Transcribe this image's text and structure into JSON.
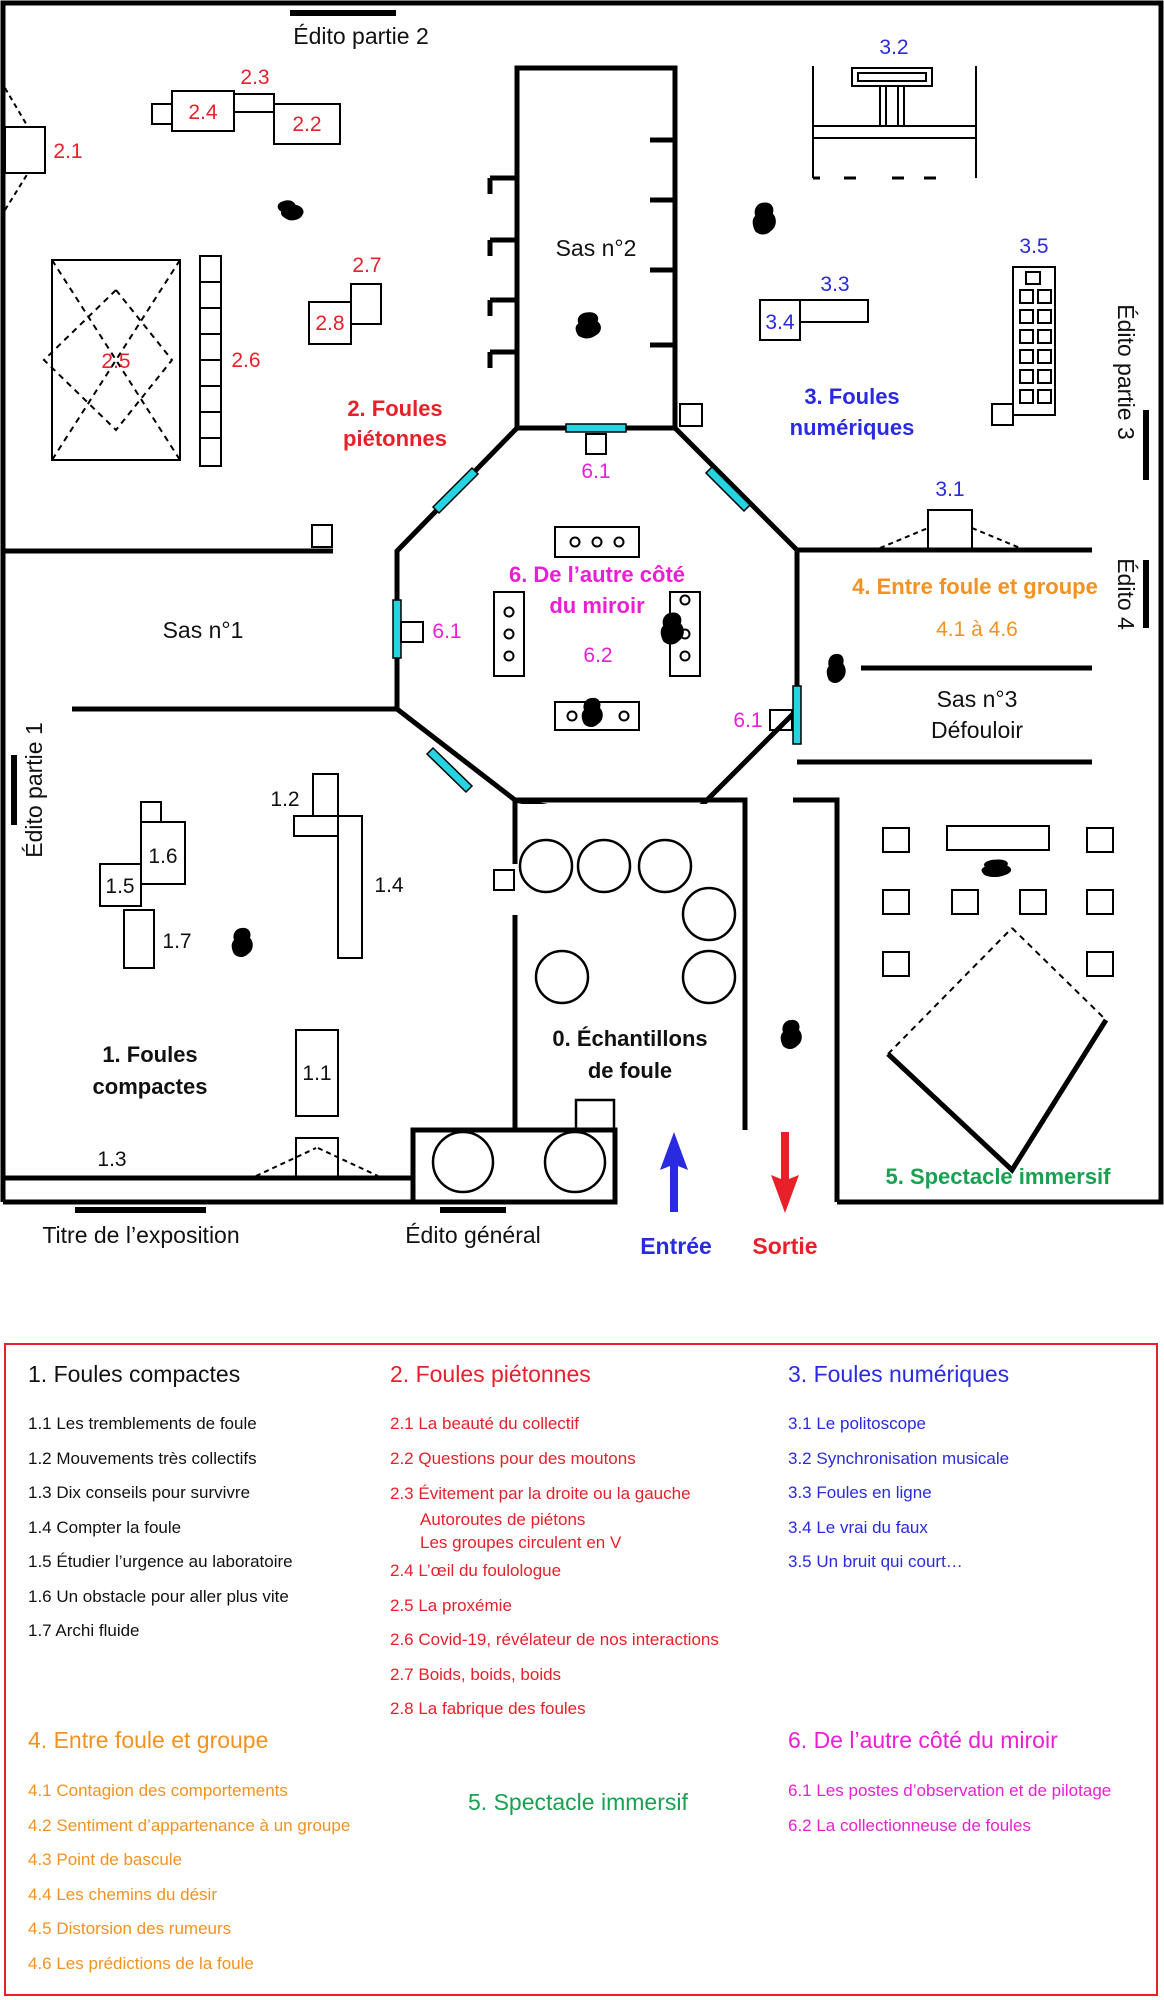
{
  "colors": {
    "black": "#111111",
    "red": "#e8202a",
    "blue": "#2a2ae0",
    "orange": "#f39221",
    "green": "#18a150",
    "magenta": "#ea1fd4",
    "cyan": "#25d4e0"
  },
  "plan": {
    "titles": {
      "edito_partie_2": "Édito partie 2",
      "edito_partie_3": "Édito partie 3",
      "edito_4": "Édito 4",
      "edito_partie_1": "Édito partie 1",
      "titre_expo": "Titre de l’exposition",
      "edito_general": "Édito général",
      "entree": "Entrée",
      "sortie": "Sortie"
    },
    "rooms": {
      "sas2": "Sas n°2",
      "sas1": "Sas n°1",
      "sas3_line1": "Sas n°3",
      "sas3_line2": "Défouloir",
      "zone1_line1": "1. Foules",
      "zone1_line2": "compactes",
      "zone2_line1": "2. Foules",
      "zone2_line2": "piétonnes",
      "zone3_line1": "3. Foules",
      "zone3_line2": "numériques",
      "zone4": "4. Entre foule et groupe",
      "zone4_range": "4.1 à 4.6",
      "zone0_line1": "0. Échantillons",
      "zone0_line2": "de foule",
      "zone5": "5. Spectacle immersif",
      "zone6_line1": "6. De l’autre côté",
      "zone6_line2": "du miroir"
    },
    "numbers": {
      "n1_1": "1.1",
      "n1_2": "1.2",
      "n1_3": "1.3",
      "n1_4": "1.4",
      "n1_5": "1.5",
      "n1_6": "1.6",
      "n1_7": "1.7",
      "n2_1": "2.1",
      "n2_2": "2.2",
      "n2_3": "2.3",
      "n2_4": "2.4",
      "n2_5": "2.5",
      "n2_6": "2.6",
      "n2_7": "2.7",
      "n2_8": "2.8",
      "n3_1": "3.1",
      "n3_2": "3.2",
      "n3_3": "3.3",
      "n3_4": "3.4",
      "n3_5": "3.5",
      "n6_1": "6.1",
      "n6_2": "6.2"
    }
  },
  "legend": {
    "s1": {
      "title": "1. Foules compactes",
      "items": [
        "1.1 Les tremblements de foule",
        "1.2 Mouvements très collectifs",
        "1.3 Dix conseils pour survivre",
        "1.4 Compter la foule",
        "1.5 Étudier l’urgence au laboratoire",
        "1.6 Un obstacle pour aller plus vite",
        "1.7 Archi fluide"
      ]
    },
    "s2": {
      "title": "2. Foules piétonnes",
      "i1": "2.1 La beauté du collectif",
      "i2": "2.2 Questions pour des moutons",
      "i3": "2.3 Évitement par la droite ou la gauche",
      "i3a": "Autoroutes de piétons",
      "i3b": "Les groupes circulent en V",
      "i4": "2.4 L’œil du foulologue",
      "i5": "2.5 La proxémie",
      "i6": "2.6 Covid-19, révélateur de nos interactions",
      "i7": "2.7 Boids, boids, boids",
      "i8": "2.8 La fabrique des foules"
    },
    "s3": {
      "title": "3. Foules numériques",
      "items": [
        "3.1 Le politoscope",
        "3.2 Synchronisation musicale",
        "3.3 Foules en ligne",
        "3.4 Le vrai du faux",
        "3.5 Un bruit qui court…"
      ]
    },
    "s4": {
      "title": "4. Entre foule et groupe",
      "items": [
        "4.1 Contagion des comportements",
        "4.2 Sentiment d’appartenance à un groupe",
        "4.3 Point de bascule",
        "4.4 Les chemins du désir",
        "4.5 Distorsion des rumeurs",
        "4.6 Les prédictions de la foule"
      ]
    },
    "s5": {
      "title": "5. Spectacle immersif"
    },
    "s6": {
      "title": "6. De l’autre côté du miroir",
      "items": [
        "6.1 Les postes d’observation et de pilotage",
        "6.2 La collectionneuse de foules"
      ]
    }
  }
}
